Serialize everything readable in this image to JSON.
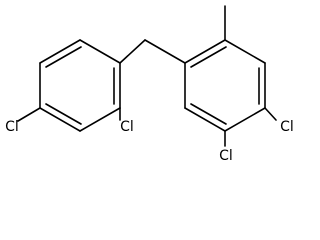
{
  "molecule": {
    "atoms": {
      "cl_left": "Cl",
      "cl_ortho": "Cl",
      "cl_para_right": "Cl",
      "cl_meta_right": "Cl"
    }
  }
}
